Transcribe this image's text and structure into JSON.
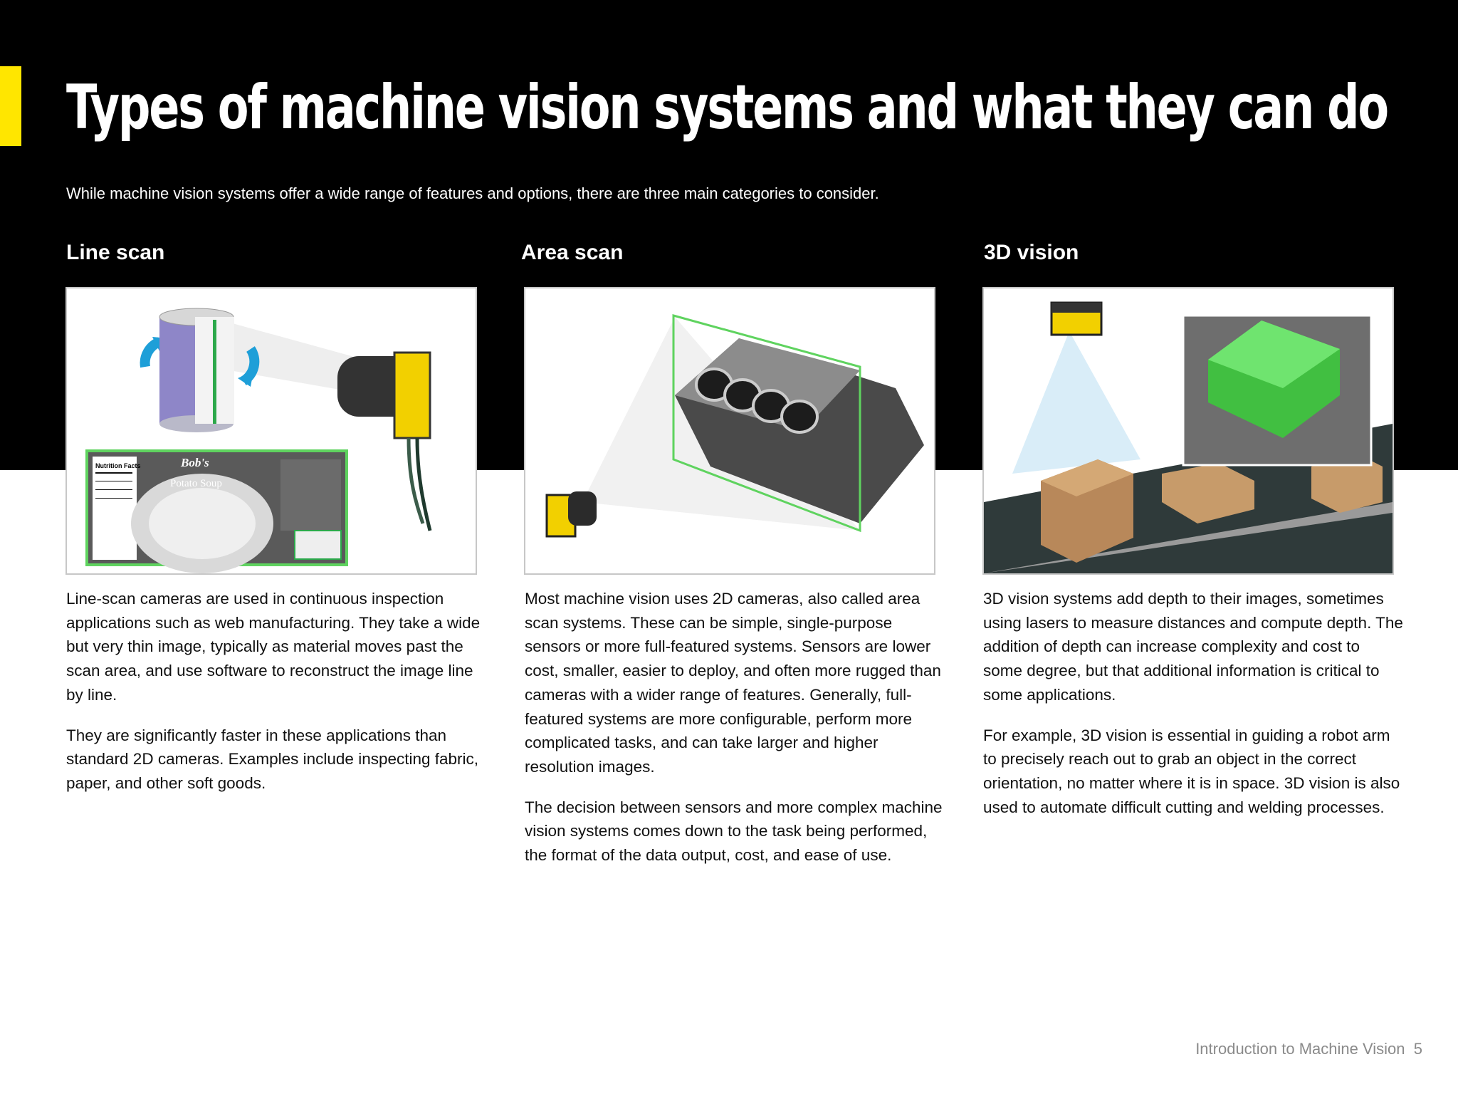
{
  "header": {
    "title": "Types of machine vision systems and what they can do",
    "subtitle": "While machine vision systems offer a wide range of features and options, there are three main categories to consider."
  },
  "colors": {
    "accent": "#ffe600",
    "band": "#000000",
    "outline_green": "#5fd35f"
  },
  "columns": [
    {
      "heading": "Line scan",
      "image_labels": {
        "brand": "Bob's",
        "product": "Potato Soup",
        "facts": "Nutrition Facts"
      },
      "paragraphs": [
        "Line-scan cameras are used in continuous inspection applications such as web manufacturing. They take a wide but very thin image, typically as material moves past the scan area, and use software to reconstruct the image line by line.",
        "They are significantly faster in these applications than standard 2D cameras. Examples include inspecting fabric, paper, and other soft goods."
      ]
    },
    {
      "heading": "Area scan",
      "paragraphs": [
        "Most machine vision uses 2D cameras, also called area scan systems. These can be simple, single-purpose sensors or more full-featured systems. Sensors are lower cost, smaller, easier to deploy, and often more rugged than cameras with a wider range of features. Generally, full-featured systems are more configurable, perform more complicated tasks, and can take larger and higher resolution images.",
        "The decision between sensors and more complex machine vision systems comes down to the task being performed, the format of the data output, cost, and ease of use."
      ]
    },
    {
      "heading": "3D vision",
      "paragraphs": [
        "3D vision systems add depth to their images, sometimes using lasers to measure distances and compute depth. The addition of depth can increase complexity and cost to some degree, but that additional information is critical to some applications.",
        "For example, 3D vision is essential in guiding a robot arm to precisely reach out to grab an object in the correct orientation, no matter where it is in space. 3D vision is also used to automate difficult cutting and welding processes."
      ]
    }
  ],
  "footer": {
    "doc_title": "Introduction to Machine Vision",
    "page_number": "5"
  }
}
